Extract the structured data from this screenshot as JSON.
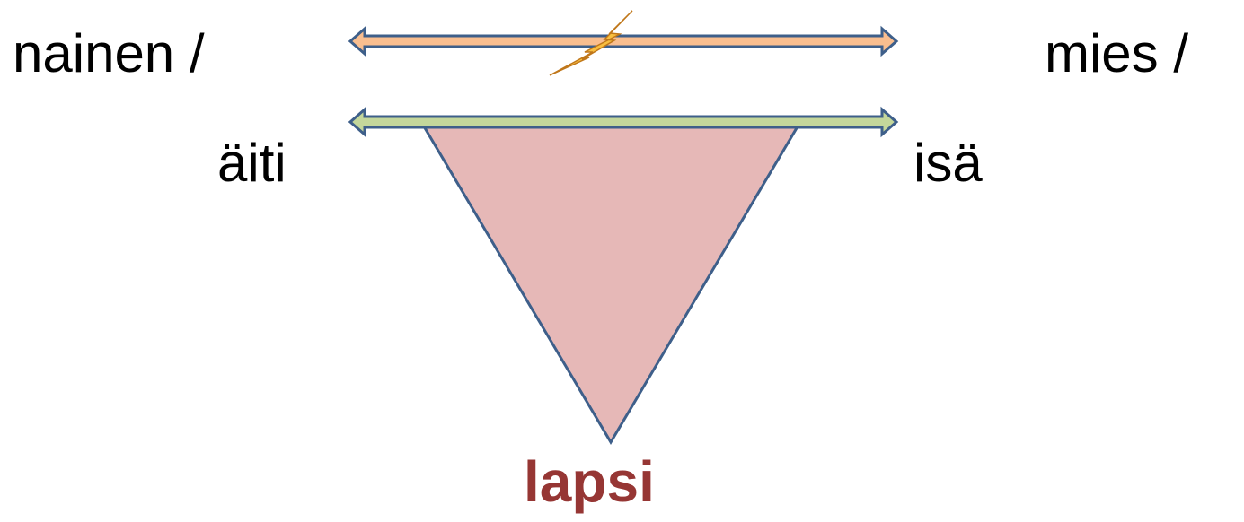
{
  "labels": {
    "woman": "nainen /",
    "man": "mies /",
    "mother": "äiti",
    "father": "isä",
    "child": "lapsi"
  },
  "icons": {
    "conflict": "lightning-bolt-icon"
  },
  "colors": {
    "top_arrow_fill": "#F9BE8F",
    "bottom_arrow_fill": "#C4D79B",
    "arrow_outline": "#3E5F8A",
    "triangle_fill": "#E6B8B7",
    "triangle_outline": "#3E5F8A",
    "child_text": "#963634",
    "bolt_fill": "#F2B41F",
    "bolt_outline": "#C0771A"
  }
}
